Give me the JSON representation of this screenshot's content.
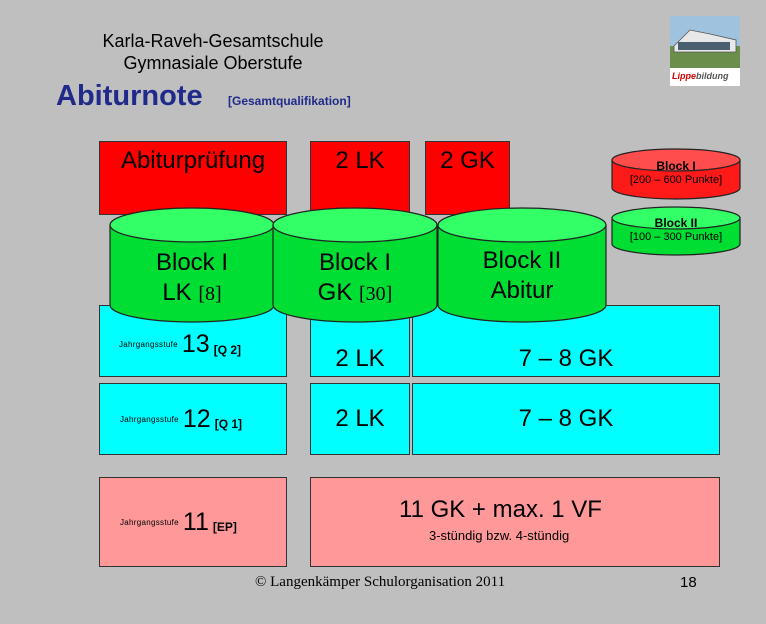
{
  "header": {
    "school_name": "Karla-Raveh-Gesamtschule",
    "school_sub": "Gymnasiale Oberstufe",
    "title": "Abiturnote",
    "title_sub": "[Gesamtqualifikation]",
    "logo_text_a": "Lippe",
    "logo_text_b": "bildung"
  },
  "top_boxes": {
    "abiturpruefung": "Abiturprüfung",
    "lk": "2 LK",
    "gk": "2 GK"
  },
  "cylinders": {
    "block1_lk_line1": "Block I",
    "block1_lk_line2": "LK",
    "block1_lk_tag": "[8]",
    "block1_gk_line1": "Block I",
    "block1_gk_line2": "GK",
    "block1_gk_tag": "[30]",
    "block2_line1": "Block II",
    "block2_line2": "Abitur",
    "legend1_title": "Block I",
    "legend1_range": "[200 – 600 Punkte]",
    "legend2_title": "Block II",
    "legend2_range": "[100 – 300 Punkte]"
  },
  "rows": {
    "q2_prefix": "Jahrgangsstufe",
    "q2_num": "13",
    "q2_tag": "[Q 2]",
    "q2_lk": "2 LK",
    "q2_gk": "7 – 8 GK",
    "q1_prefix": "Jahrgangsstufe",
    "q1_num": "12",
    "q1_tag": "[Q 1]",
    "q1_lk": "2 LK",
    "q1_gk": "7 – 8 GK",
    "ep_prefix": "Jahrgangsstufe",
    "ep_num": "11",
    "ep_tag": "[EP]",
    "ep_main": "11 GK + max. 1 VF",
    "ep_sub": "3-stündig bzw. 4-stündig"
  },
  "footer": {
    "copyright": "© Langenkämper Schulorganisation 2011",
    "page": "18"
  },
  "colors": {
    "red": "#ff0000",
    "green": "#00dd33",
    "cyan": "#00ffff",
    "pink": "#ff9999",
    "title_blue": "#1f2a8a"
  }
}
